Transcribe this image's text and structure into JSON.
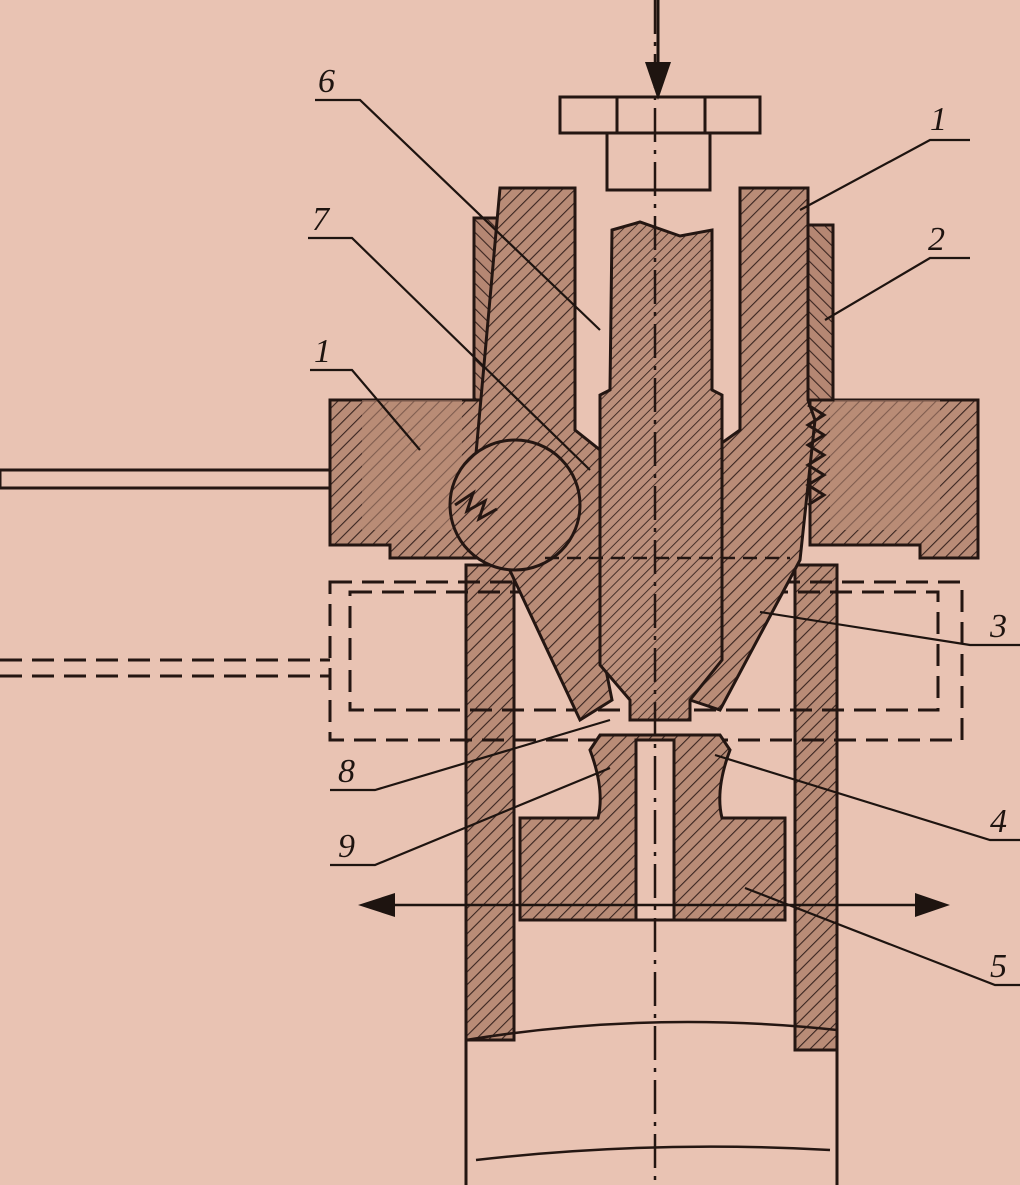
{
  "colors": {
    "background": "#e9c3b3",
    "part_fill": "#b98c77",
    "hatch_line": "#3a2520",
    "outline": "#241612",
    "label": "#1e1410"
  },
  "callouts": [
    {
      "text": "1"
    },
    {
      "text": "2"
    },
    {
      "text": "6"
    },
    {
      "text": "7"
    },
    {
      "text": "1"
    },
    {
      "text": "3"
    },
    {
      "text": "4"
    },
    {
      "text": "5"
    },
    {
      "text": "8"
    },
    {
      "text": "9"
    }
  ]
}
